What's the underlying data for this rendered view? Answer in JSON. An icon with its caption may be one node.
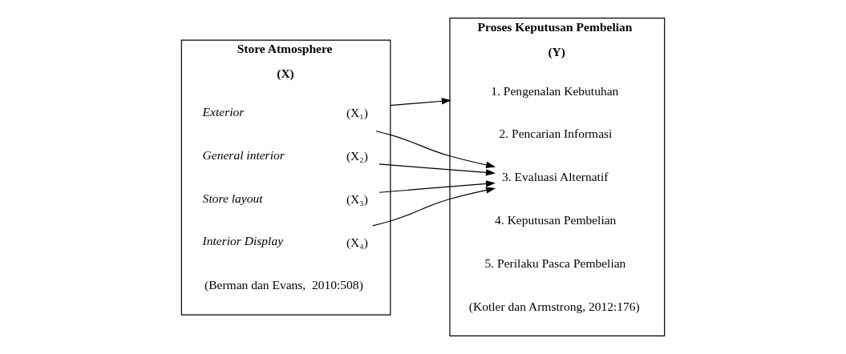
{
  "diagram": {
    "nodes": [
      {
        "text": [
          "Store Atmosphere",
          "(X)"
        ]
      },
      {
        "text": [
          "Exterior",
          "(X₁)"
        ],
        "in": 0
      },
      {
        "text": [
          "General interior",
          "(X₂)"
        ],
        "in": 0
      },
      {
        "text": [
          "Store layout",
          "(X₃)"
        ],
        "in": 0
      },
      {
        "text": [
          "Interior Display",
          "(X₄)"
        ],
        "in": 0
      },
      {
        "text": [
          "(Berman dan Evans,  2010:508)"
        ],
        "in": 0
      },
      {
        "text": [
          "Proses Keputusan Pembelian",
          "(Y)"
        ]
      },
      {
        "text": [
          "1. Pengenalan Kebutuhan"
        ],
        "in": 6
      },
      {
        "text": [
          "2. Pencarian Informasi"
        ],
        "in": 6
      },
      {
        "text": [
          "3. Evaluasi Alternatif"
        ],
        "in": 6
      },
      {
        "text": [
          "4. Keputusan Pembelian"
        ],
        "in": 6
      },
      {
        "text": [
          "5. Perilaku Pasca Pembelian"
        ],
        "in": 6
      },
      {
        "text": [
          "(Kotler dan Armstrong, 2012:176)"
        ],
        "in": 6
      }
    ],
    "edges": [
      {
        "from": 0,
        "to": 6,
        "arrow": "to"
      },
      {
        "from": 1,
        "to": 9,
        "arrow": "to"
      },
      {
        "from": 2,
        "to": 9,
        "arrow": "to"
      },
      {
        "from": 3,
        "to": 9,
        "arrow": "to"
      },
      {
        "from": 4,
        "to": 9,
        "arrow": "to"
      }
    ]
  }
}
